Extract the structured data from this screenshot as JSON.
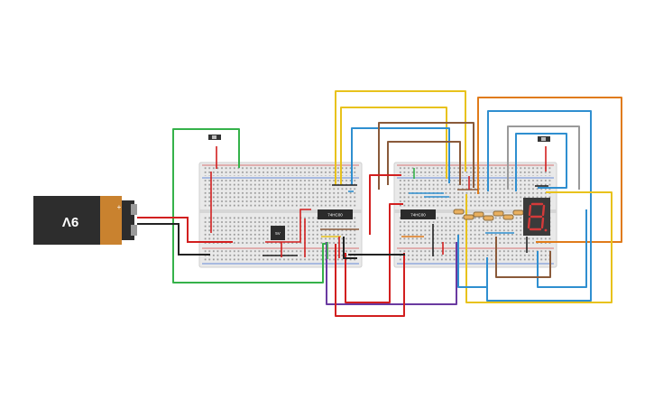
{
  "battery": {
    "label": "9V"
  },
  "chips": [
    {
      "label": "74HC00"
    },
    {
      "label": "74HC00"
    }
  ],
  "regulator": {
    "label": "5V"
  },
  "seven_segment": {
    "digit": "8."
  },
  "colors": {
    "wire_red": "#d21f1f",
    "wire_black": "#222222",
    "wire_green": "#35b24a",
    "wire_yellow": "#e8c21c",
    "wire_blue": "#2f8fd0",
    "wire_brown": "#8a5a3a",
    "wire_orange": "#e07b1a",
    "wire_purple": "#6a3aa0",
    "wire_gray": "#9a9a9a",
    "breadboard": "#e8e8e8",
    "battery_body": "#2d2d2d",
    "battery_cap": "#c9822f",
    "display_segment": "#d43a3a"
  }
}
